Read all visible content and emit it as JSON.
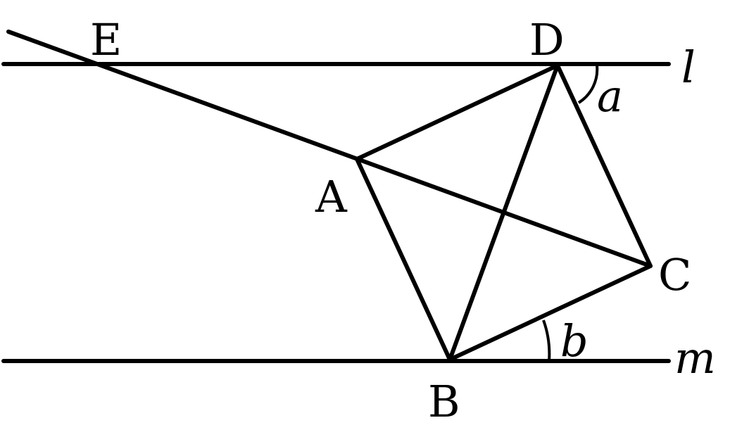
{
  "labels": {
    "E": "E",
    "D": "D",
    "A": "A",
    "C": "C",
    "B": "B",
    "line_l": "l",
    "line_m": "m",
    "angle_a": "a",
    "angle_b": "b"
  }
}
